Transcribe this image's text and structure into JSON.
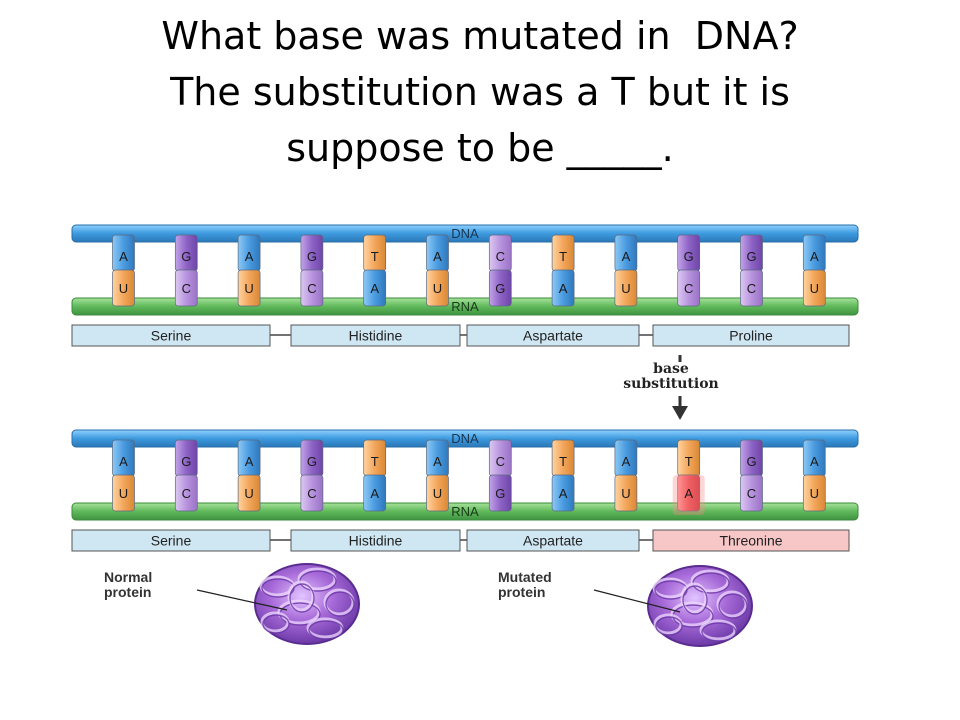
{
  "title": {
    "line1": "What base was mutated in  DNA?",
    "line2": "The substitution was a T but it is",
    "line3": "suppose to be _____."
  },
  "diagram": {
    "top": {
      "dna_label": "DNA",
      "rna_label": "RNA",
      "dna_bases": [
        "A",
        "G",
        "A",
        "G",
        "T",
        "A",
        "C",
        "T",
        "A",
        "G",
        "G",
        "A"
      ],
      "rna_bases": [
        "U",
        "C",
        "U",
        "C",
        "A",
        "U",
        "G",
        "A",
        "U",
        "C",
        "C",
        "U"
      ],
      "amino_acids": [
        "Serine",
        "Histidine",
        "Aspartate",
        "Proline"
      ]
    },
    "bottom": {
      "dna_label": "DNA",
      "rna_label": "RNA",
      "dna_bases": [
        "A",
        "G",
        "A",
        "G",
        "T",
        "A",
        "C",
        "T",
        "A",
        "T",
        "G",
        "A"
      ],
      "rna_bases": [
        "U",
        "C",
        "U",
        "C",
        "A",
        "U",
        "G",
        "A",
        "U",
        "A",
        "C",
        "U"
      ],
      "amino_acids": [
        "Serine",
        "Histidine",
        "Aspartate",
        "Threonine"
      ],
      "mutated_index": 9,
      "mutated_codon_index": 3
    },
    "substitution_label": "base\nsubstitution",
    "normal_protein_label": "Normal\nprotein",
    "mutated_protein_label": "Mutated\nprotein",
    "colors": {
      "dna_backbone": "#4aa3e0",
      "rna_backbone": "#5cb85c",
      "A": "#5aa9e6",
      "G": "#9b6fc9",
      "T": "#f0a65a",
      "C": "#b98fde",
      "U": "#f0a65a",
      "mutation": "#e8484f",
      "codon_box": "#cfe8f5",
      "mutant_codon_box": "#f7c9c9",
      "protein": "#a56ad6"
    }
  }
}
